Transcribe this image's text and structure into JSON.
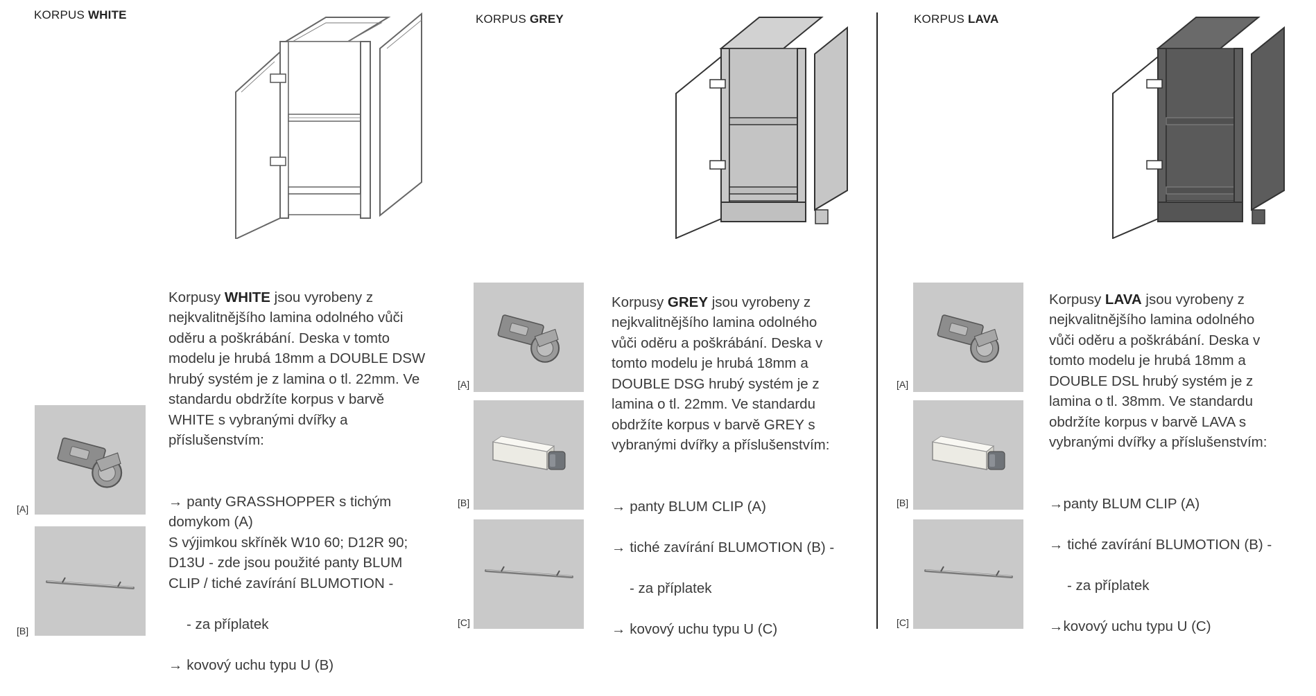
{
  "colors": {
    "white": "#ffffff",
    "grey": "#c8c8c8",
    "lava": "#5e5e5e",
    "thumb_bg": "#c9c9c9"
  },
  "panels": {
    "white": {
      "title_prefix": "KORPUS",
      "title_bold": "WHITE",
      "desc_pre": "Korpusy",
      "desc_bold": "WHITE",
      "desc_rest": "jsou vyrobeny z\nnejkvalitnějšího lamina odolného vůči\noděru a poškrábání. Deska v tomto\nmodelu je hrubá 18mm a DOUBLE DSW\nhrubý systém je z lamina o tl. 22mm. Ve\nstandardu obdržíte korpus v barvě\nWHITE s vybranými dvířky a\npříslušenstvím:",
      "items": [
        "→ panty GRASSHOPPER s tichým\ndomykom (A)\nS výjimkou skříněk W10 60; D12R 90;\nD13U - zde jsou použité panty BLUM\nCLIP / tiché zavírání BLUMOTION -",
        "- za příplatek",
        "→ kovový uchu typu U (B)"
      ],
      "tags": [
        "[A]",
        "[B]"
      ],
      "thumbs": [
        "hinge-icon",
        "handle-icon"
      ]
    },
    "grey": {
      "title_prefix": "KORPUS",
      "title_bold": "GREY",
      "desc_pre": "Korpusy",
      "desc_bold": "GREY",
      "desc_rest": "jsou vyrobeny z\nnejkvalitnějšího lamina odolného\nvůči oděru a poškrábání. Deska v\ntomto modelu je hrubá 18mm a\nDOUBLE DSG hrubý systém je z\nlamina o tl. 22mm. Ve standardu\nobdržíte korpus v barvě GREY s\nvybranými dvířky a příslušenstvím:",
      "items": [
        "→ panty BLUM CLIP (A)",
        "→ tiché zavírání BLUMOTION (B) -",
        "- za příplatek",
        "→ kovový uchu typu U (C)"
      ],
      "tags": [
        "[A]",
        "[B]",
        "[C]"
      ],
      "thumbs": [
        "hinge-icon",
        "damper-icon",
        "handle-icon"
      ]
    },
    "lava": {
      "title_prefix": "KORPUS",
      "title_bold": "LAVA",
      "desc_pre": "Korpusy",
      "desc_bold": "LAVA",
      "desc_rest": "jsou vyrobeny z\nnejkvalitnějšího lamina odolného\nvůči oděru a poškrábání. Deska v\ntomto modelu je hrubá 18mm a\nDOUBLE DSL hrubý systém je z\nlamina o tl. 38mm. Ve standardu\nobdržíte korpus v barvě LAVA s\nvybranými dvířky a příslušenstvím:",
      "items": [
        "→panty BLUM CLIP (A)",
        "→ tiché zavírání BLUMOTION (B) -",
        "- za příplatek",
        "→kovový uchu typu U (C)"
      ],
      "tags": [
        "[A]",
        "[B]",
        "[C]"
      ],
      "thumbs": [
        "hinge-icon",
        "damper-icon",
        "handle-icon"
      ]
    }
  }
}
